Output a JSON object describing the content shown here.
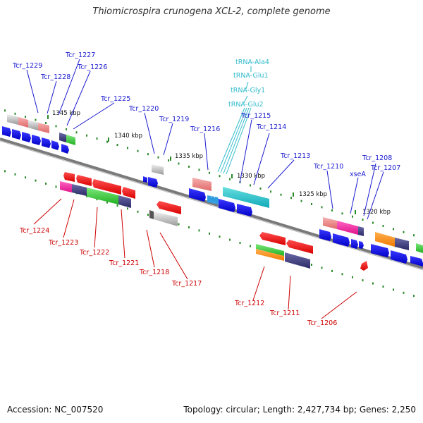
{
  "title": "Thiomicrospira crunogena XCL-2, complete genome",
  "footer": {
    "accession": "Accession: NC_007520",
    "summary": "Topology: circular; Length: 2,427,734 bp; Genes: 2,250"
  },
  "colors": {
    "forward_label": "#1a1ad0",
    "reverse_label": "#cc0000",
    "rna_label": "#33bbcc"
  },
  "kbp_ticks": [
    "1345 kbp",
    "1340 kbp",
    "1335 kbp",
    "1330 kbp",
    "1325 kbp",
    "1320 kbp"
  ],
  "forward_labels": [
    "Tcr_1229",
    "Tcr_1227",
    "Tcr_1228",
    "Tcr_1226",
    "Tcr_1225",
    "Tcr_1220",
    "Tcr_1219",
    "Tcr_1216",
    "Tcr_1215",
    "Tcr_1214",
    "Tcr_1213",
    "Tcr_1210",
    "Tcr_1208",
    "xseA",
    "Tcr_1207"
  ],
  "rna_labels": [
    "tRNA-Ala4",
    "tRNA-Glu1",
    "tRNA-Gly1",
    "tRNA-Glu2"
  ],
  "reverse_labels": [
    "Tcr_1224",
    "Tcr_1223",
    "Tcr_1222",
    "Tcr_1221",
    "Tcr_1218",
    "Tcr_1217",
    "Tcr_1212",
    "Tcr_1211",
    "Tcr_1206"
  ]
}
